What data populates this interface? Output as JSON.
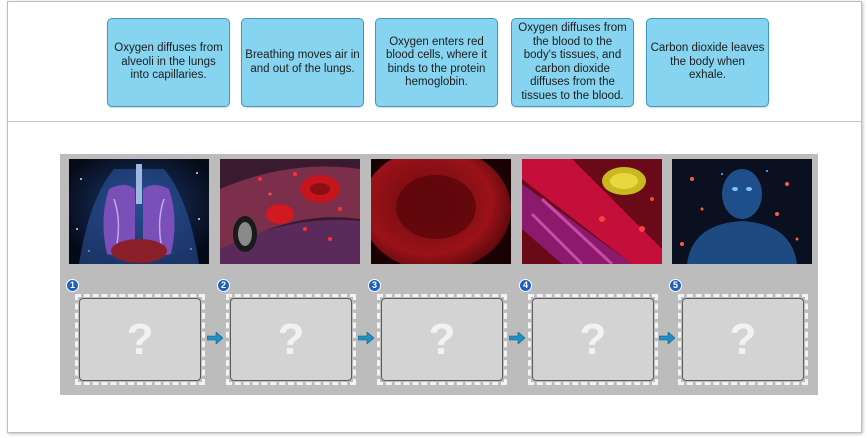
{
  "cards": [
    {
      "text": "Oxygen diffuses from alveoli in the lungs into capillaries."
    },
    {
      "text": "Breathing moves air in and out of the lungs."
    },
    {
      "text": "Oxygen enters red blood cells, where it binds to the protein hemoglobin."
    },
    {
      "text": "Oxygen diffuses from the blood to the body's tissues, and carbon dioxide diffuses from the tissues to the blood."
    },
    {
      "text": "Carbon dioxide leaves the body when exhale."
    }
  ],
  "steps": [
    {
      "number": "1",
      "placeholder": "?",
      "image_icon": "lungs-icon"
    },
    {
      "number": "2",
      "placeholder": "?",
      "image_icon": "capillary-blood-cells-icon"
    },
    {
      "number": "3",
      "placeholder": "?",
      "image_icon": "red-blood-cell-icon"
    },
    {
      "number": "4",
      "placeholder": "?",
      "image_icon": "tissue-cells-icon"
    },
    {
      "number": "5",
      "placeholder": "?",
      "image_icon": "human-body-icon"
    }
  ],
  "colors": {
    "card_fill": "#86d4f0",
    "card_border": "#3f98c4",
    "badge": "#1f5fbd",
    "arrow": "#1f8fc4",
    "panel": "#bcbcbc"
  }
}
